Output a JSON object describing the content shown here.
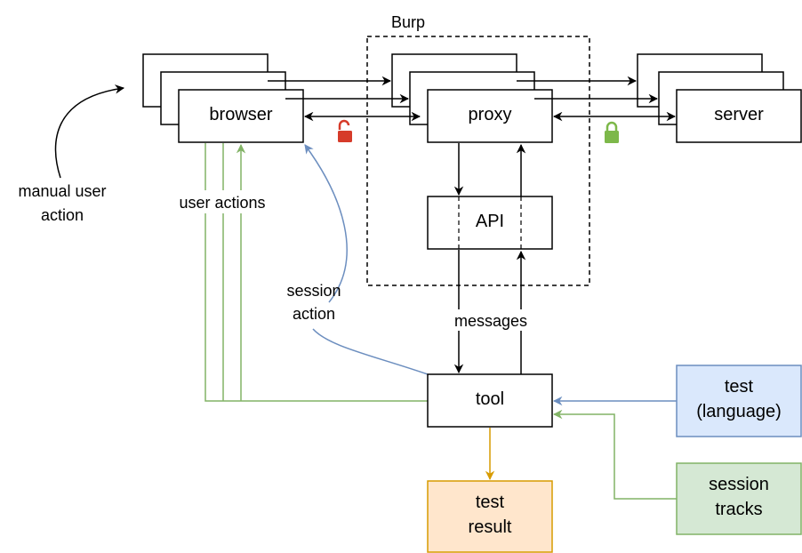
{
  "group": {
    "label": "Burp"
  },
  "nodes": {
    "browser": {
      "label": "browser"
    },
    "proxy": {
      "label": "proxy"
    },
    "server": {
      "label": "server"
    },
    "api": {
      "label": "API"
    },
    "tool": {
      "label": "tool"
    },
    "test_language": {
      "line1": "test",
      "line2": "(language)",
      "fill": "#dae8fc",
      "stroke": "#6c8ebf"
    },
    "session_tracks": {
      "line1": "session",
      "line2": "tracks",
      "fill": "#d5e8d4",
      "stroke": "#82b366"
    },
    "test_result": {
      "line1": "test",
      "line2": "result",
      "fill": "#ffe6cc",
      "stroke": "#d79b00"
    }
  },
  "labels": {
    "manual_user_action": {
      "line1": "manual user",
      "line2": "action"
    },
    "user_actions": "user actions",
    "session_action": {
      "line1": "session",
      "line2": "action"
    },
    "messages": "messages"
  },
  "icons": {
    "insecure": {
      "name": "unlocked-padlock-icon",
      "color": "#d63b2a"
    },
    "secure": {
      "name": "locked-padlock-icon",
      "color": "#7db84a"
    }
  },
  "colors": {
    "black": "#000000",
    "blue": "#6c8ebf",
    "green": "#82b366",
    "orange": "#d79b00"
  }
}
